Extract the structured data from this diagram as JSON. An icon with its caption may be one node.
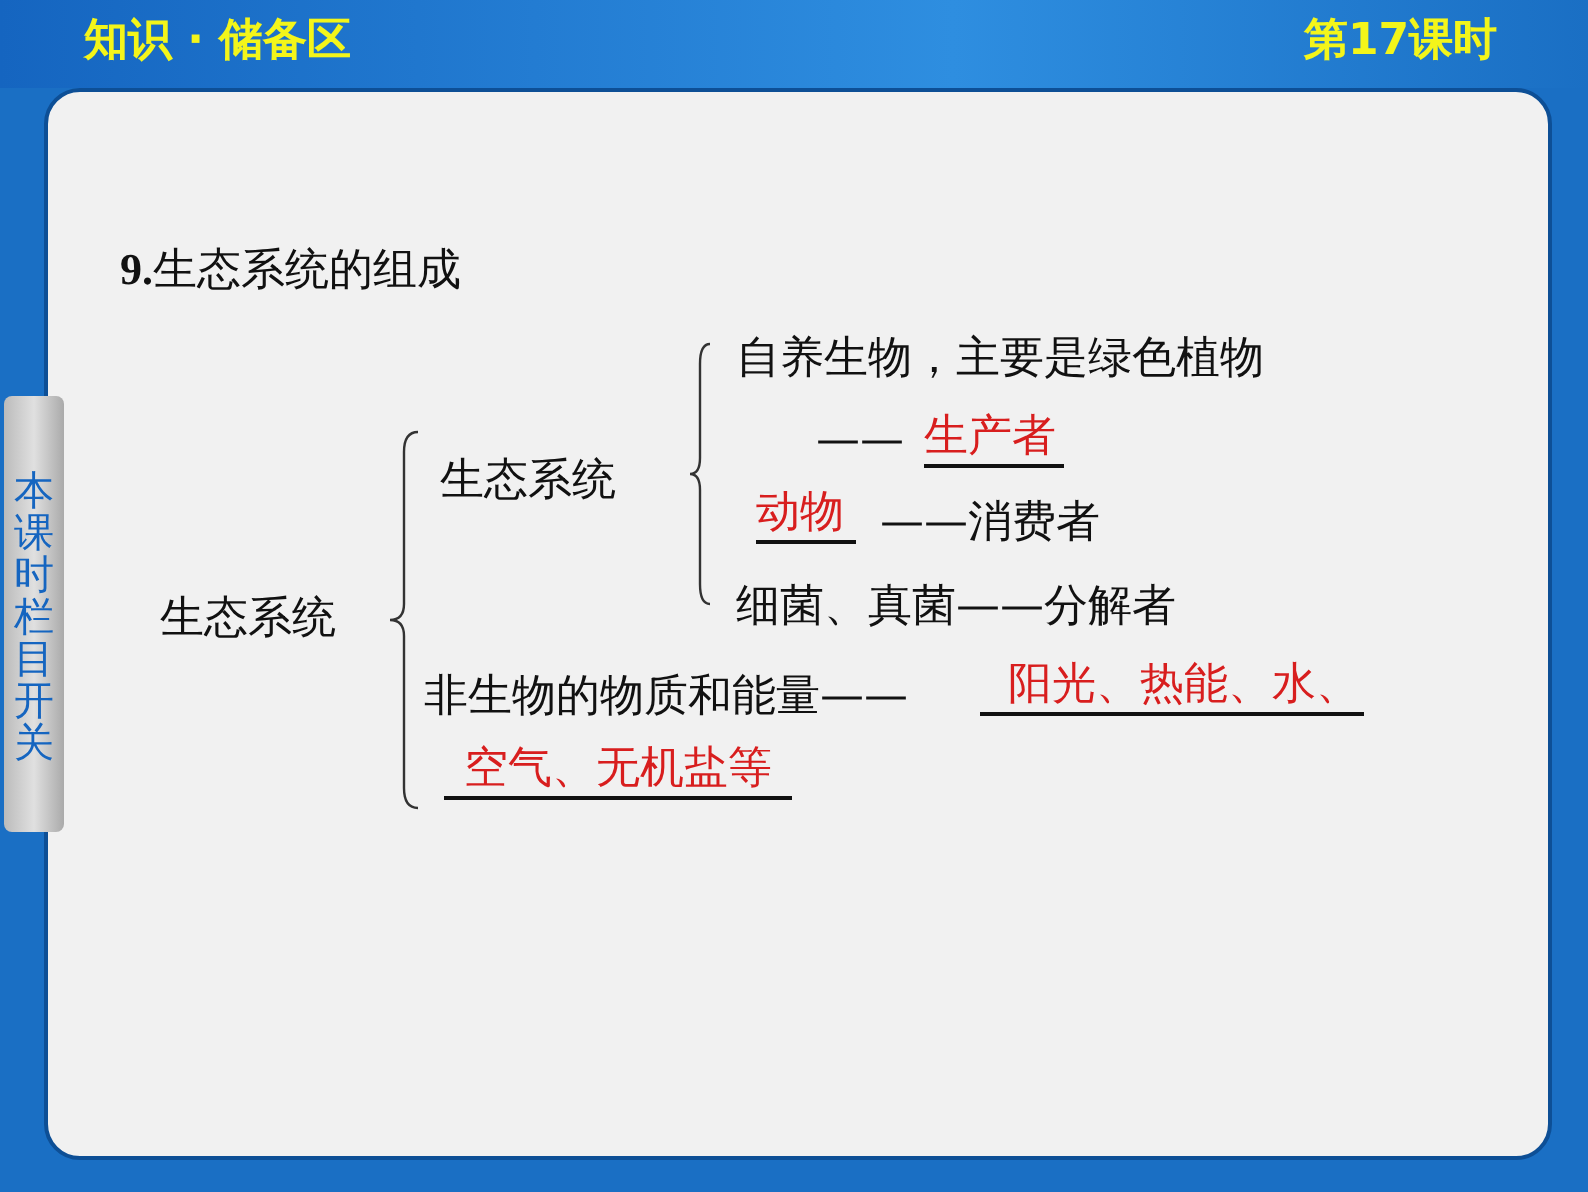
{
  "diagram": {
    "title": "**9.**生态系统的组成",
    "labels": [
      "知识 · 储备区",
      "第17课时",
      "本课时栏目开关",
      "生态系统",
      "生态系统",
      "自养生物，主要是绿色植物",
      "——",
      "生产者",
      "动物",
      "——消费者",
      "细菌、真菌——分解者",
      "非生物的物质和能量——",
      "阳光、热能、水、",
      "空气、无机盐等"
    ]
  }
}
